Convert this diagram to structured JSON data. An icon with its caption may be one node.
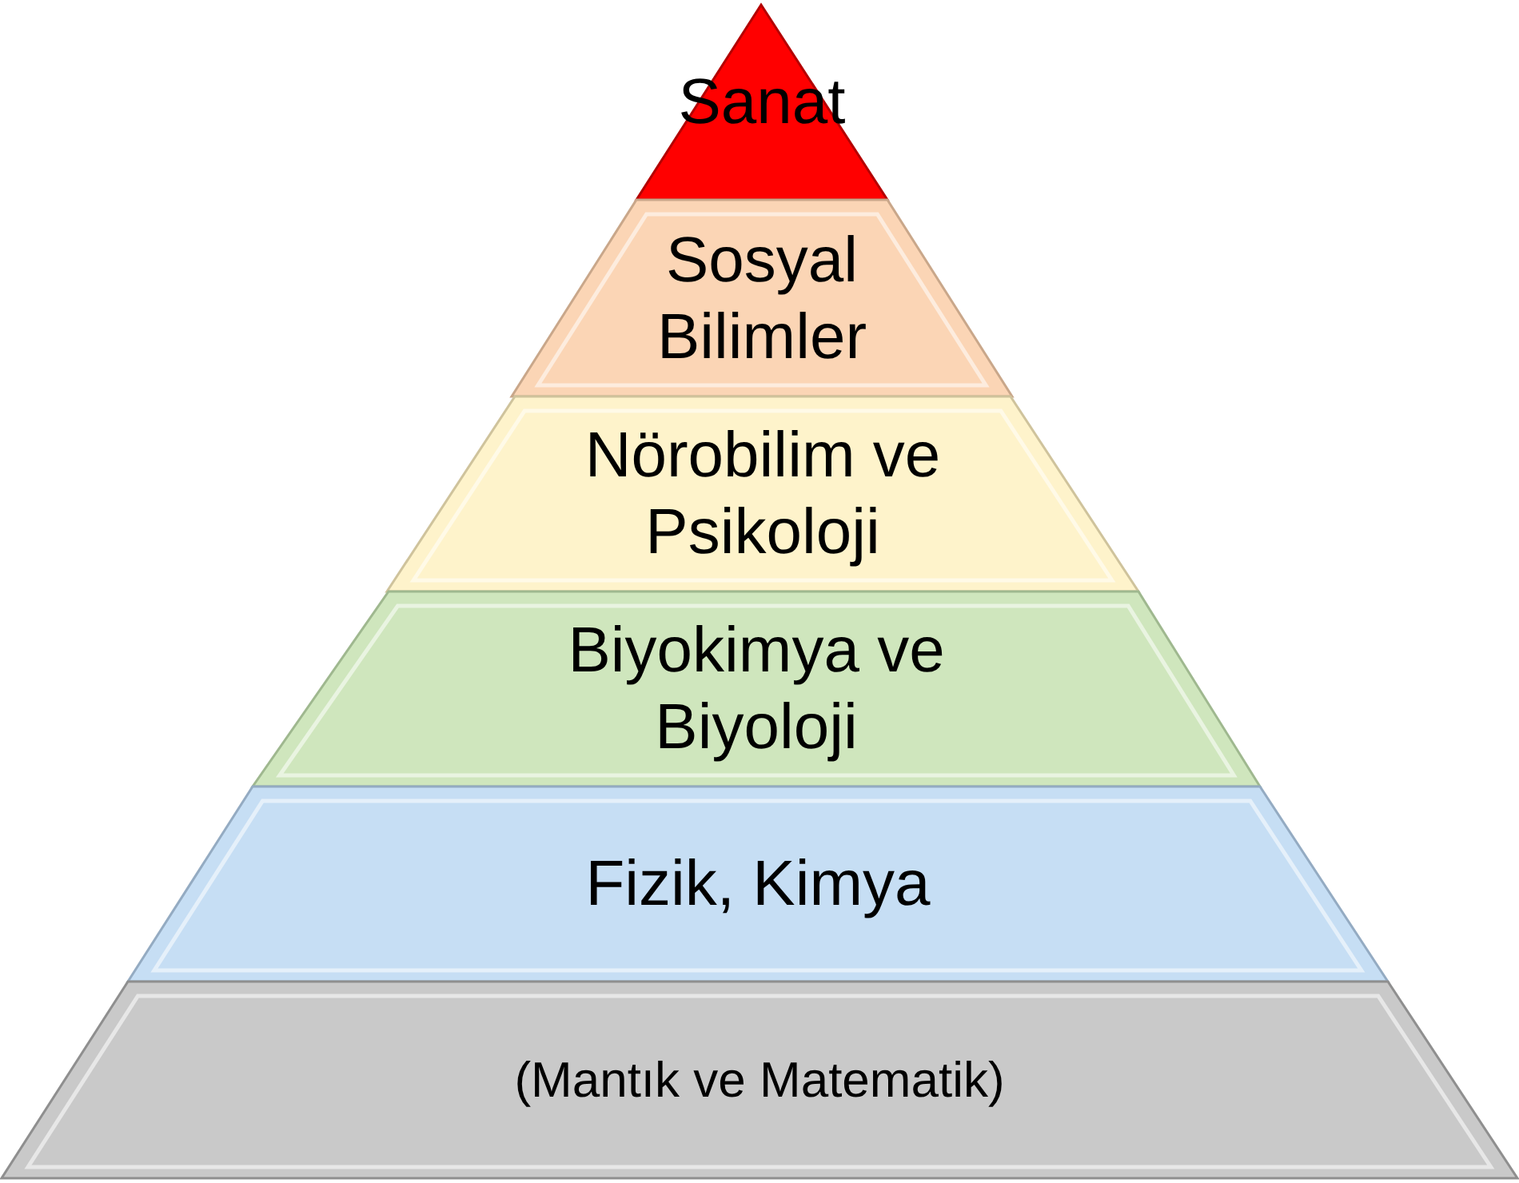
{
  "diagram": {
    "nodes": [
      {
        "text": [
          "Sanat"
        ]
      },
      {
        "text": [
          "Sosyal Bilimler"
        ]
      },
      {
        "text": [
          "Nörobilim ve Psikoloji"
        ]
      },
      {
        "text": [
          "Biyokimya ve Biyoloji"
        ]
      },
      {
        "text": [
          "Fizik, Kimya"
        ]
      },
      {
        "text": [
          "(Mantık ve Matematik)"
        ]
      }
    ]
  }
}
